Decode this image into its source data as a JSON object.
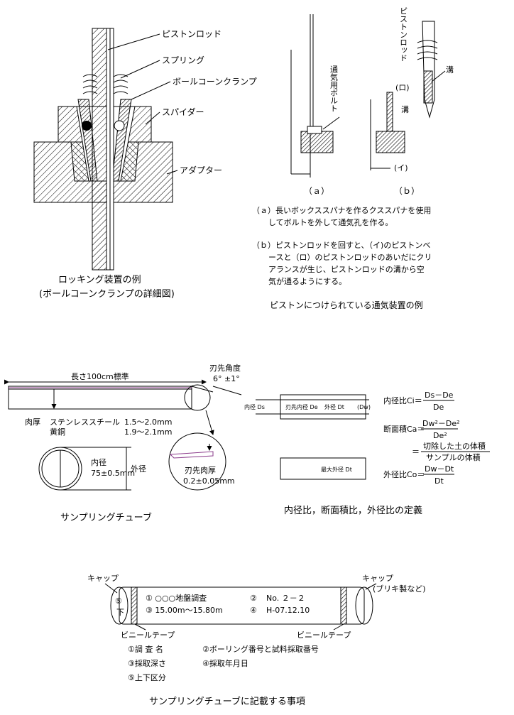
{
  "fig1": {
    "labels": {
      "piston_rod": "ピストンロッド",
      "spring": "スプリング",
      "ball_cone_clamp": "ボールコーンクランプ",
      "spider": "スパイダー",
      "adapter": "アダプター"
    },
    "caption1": "ロッキング装置の例",
    "caption2": "(ボールコーンクランプの詳細図)"
  },
  "fig2": {
    "vent_bolt": "通気用ボルト",
    "piston_rod": "ピストンロッド",
    "groove_a": "溝",
    "groove_b": "溝",
    "mark_ro": "(ロ)",
    "mark_i": "(イ)",
    "label_a": "（ａ）",
    "label_b": "（ｂ）",
    "note_a_line1": "（ａ）長いボックススパナを作るクススパナを使用",
    "note_a_line2": "してボルトを外して通気孔を作る。",
    "note_b_line1": "（ｂ）ピストンロッドを回すと、（イ)のピストンベ",
    "note_b_line2": "ースと（ロ）のピストンロッドのあいだにクリ",
    "note_b_line3": "アランスが生じ、ピストンロッドの溝から空",
    "note_b_line4": "気が通るようにする。",
    "caption": "ピストンにつけられている通気装置の例"
  },
  "fig3": {
    "length": "長さ100cm標準",
    "edge_angle": "刃先角度",
    "edge_angle_value": "6°  ±1°",
    "wall": "肉厚",
    "stainless": "ステンレススチール",
    "stainless_value": "1.5〜2.0mm",
    "brass": "黄銅",
    "brass_value": "1.9〜2.1mm",
    "inner_dia": "内径",
    "inner_dia_value": "75±0.5mm",
    "outer_dia": "外径",
    "edge_wall": "刃先肉厚",
    "edge_wall_value": "0.2±0.05mm",
    "caption": "サンプリングチューブ"
  },
  "fig4": {
    "inner_ds": "内径 Ds",
    "edge_inner": "刃先内径 De",
    "outer_dt": "外径 Dt",
    "dw": "(Dw)",
    "max_outer": "最大外径 Dt",
    "ci_label": "内径比Ci＝",
    "ci_num": "Ds－De",
    "ci_den": "De",
    "ca_label": "断面積Ca＝",
    "ca_num": "Dw²－De²",
    "ca_den": "De²",
    "eq": "＝",
    "cut_num": "切除した土の体積",
    "cut_den": "サンプルの体積",
    "co_label": "外径比Co＝",
    "co_num": "Dw－Dt",
    "co_den": "Dt",
    "caption": "内径比，断面積比，外径比の定義"
  },
  "fig5": {
    "cap_left": "キャップ",
    "cap_right": "キャップ",
    "cap_right_note": "(ブリキ製など)",
    "tag_num": "⑤",
    "tag_dir": "下",
    "item1": "①  ○○○地盤調査",
    "item2": "No. ２－２",
    "item3": "③  15.00m〜15.80m",
    "item4": "H-07.12.10",
    "mark2": "②",
    "mark4": "④",
    "tape_left": "ビニールテープ",
    "tape_right": "ビニールテープ",
    "legend1": "①調 査 名",
    "legend2": "②ボーリング番号と試料採取番号",
    "legend3": "③採取深さ",
    "legend4": "④採取年月日",
    "legend5": "⑤上下区分",
    "caption": "サンプリングチューブに記載する事項"
  }
}
